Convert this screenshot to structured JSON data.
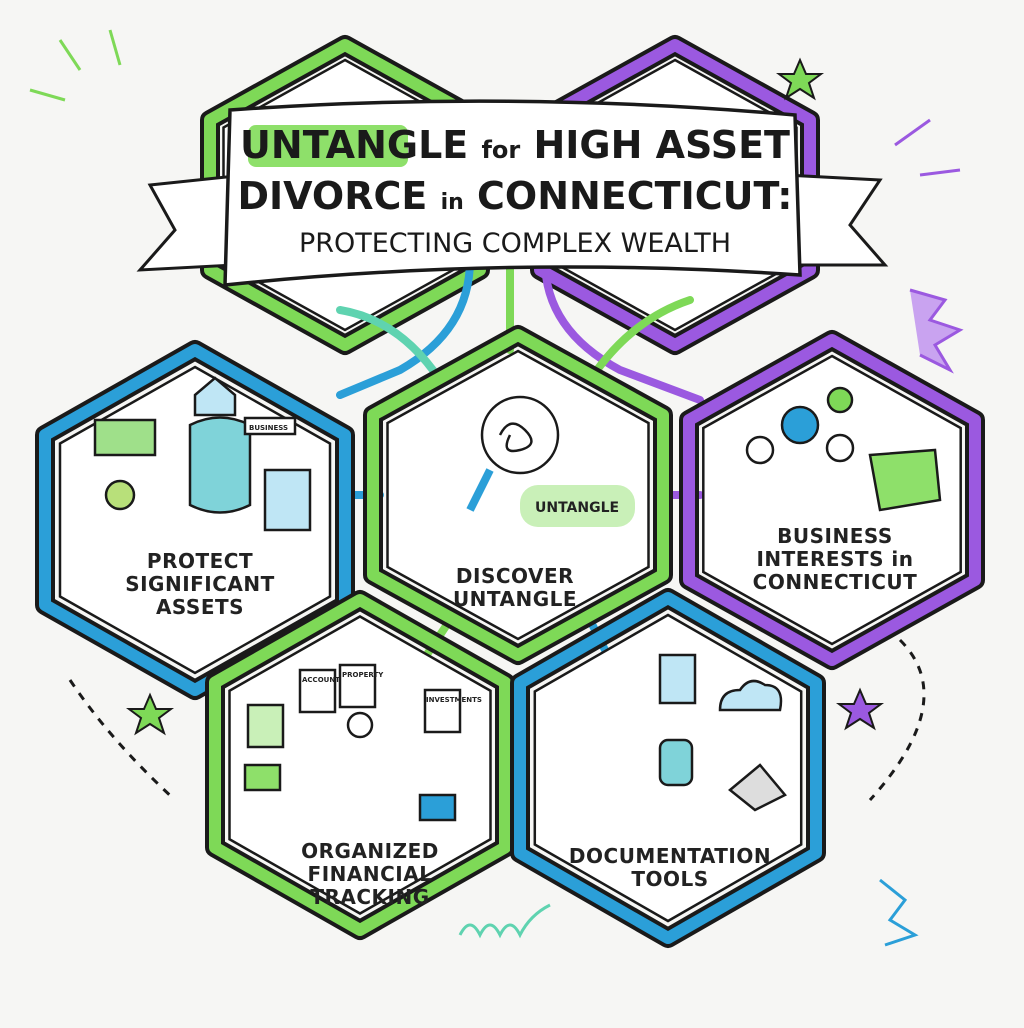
{
  "title": {
    "line1_highlight": "UNTANGLE",
    "line1_small": "for",
    "line1_rest": "HIGH ASSET",
    "line2_main": "DIVORCE",
    "line2_small": "in",
    "line2_rest": "CONNECTICUT:",
    "line3": "PROTECTING COMPLEX WEALTH"
  },
  "hexagons": [
    {
      "label": "PROTECT SIGNIFICANT ASSETS",
      "color": "#2b9fd8",
      "icon": "money-shield-house-icon",
      "sign": "BUSINESS"
    },
    {
      "label": "DISCOVER UNTANGLE",
      "color": "#7ed957",
      "icon": "magnifier-tangle-icon",
      "bubble": "UNTANGLE"
    },
    {
      "label": "BUSINESS INTERESTS in CONNECTICUT",
      "color": "#9b59e0",
      "icon": "handshake-gears-icon"
    },
    {
      "label": "ORGANIZED FINANCIAL TRACKING",
      "color": "#7ed957",
      "icon": "documents-folders-icon",
      "docs": [
        "ACCOUNTS",
        "PROPERTY",
        "INVESTMENTS"
      ]
    },
    {
      "label": "DOCUMENTATION TOOLS",
      "color": "#2b9fd8",
      "icon": "tablet-cloud-database-icon"
    }
  ],
  "colors": {
    "green": "#7ed957",
    "blue": "#2b9fd8",
    "purple": "#9b59e0",
    "teal": "#5fd3b0",
    "ink": "#1a1a1a"
  }
}
